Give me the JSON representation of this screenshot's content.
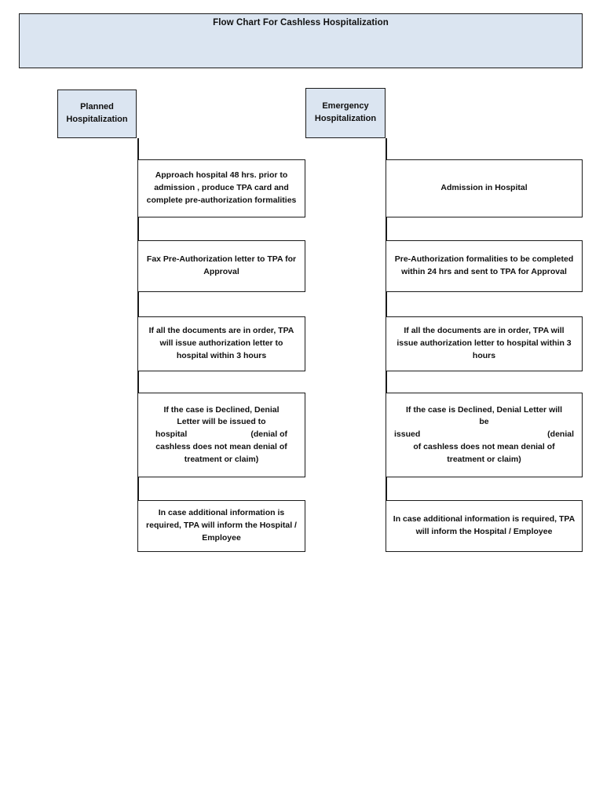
{
  "title": {
    "text": "Flow Chart For Cashless Hospitalization"
  },
  "colors": {
    "header_fill": "#dbe5f1",
    "border": "#1b1b1b",
    "box_fill": "#ffffff",
    "text": "#101010"
  },
  "columns": [
    {
      "id": "planned",
      "header": "Planned\nHospitalization",
      "header_line1": "Planned",
      "header_line2": "Hospitalization",
      "steps": [
        {
          "id": "approach-hospital",
          "text": "Approach hospital 48 hrs. prior to admission , produce TPA card and complete pre-authorization formalities"
        },
        {
          "id": "fax-preauth",
          "text": "Fax Pre-Authorization letter to TPA for Approval"
        },
        {
          "id": "documents-in-order",
          "text": "If all the documents are in order, TPA will issue authorization letter to hospital within 3 hours"
        },
        {
          "id": "case-declined",
          "line1": "If the case is Declined, Denial",
          "line2": "Letter will be issued to",
          "line3_left": "hospital",
          "line3_right": "(denial of",
          "line4": "cashless does not mean denial of",
          "line5": "treatment or claim)"
        },
        {
          "id": "additional-information",
          "text": "In case additional information is required, TPA will inform the Hospital / Employee"
        }
      ]
    },
    {
      "id": "emergency",
      "header": "Emergency\nHospitalization",
      "header_line1": "Emergency",
      "header_line2": "Hospitalization",
      "steps": [
        {
          "id": "admission-in-hospital",
          "text": "Admission in Hospital"
        },
        {
          "id": "preauth-24hrs",
          "text": "Pre-Authorization formalities to be completed within 24 hrs and sent to TPA for Approval"
        },
        {
          "id": "documents-in-order",
          "text": "If all the documents are in order, TPA will issue authorization letter to hospital within 3 hours"
        },
        {
          "id": "case-declined",
          "line1": "If the case is Declined, Denial Letter will",
          "line2": "be",
          "line3_left": "issued",
          "line3_right": "(denial",
          "line4": "of cashless does not mean denial of",
          "line5": "treatment or claim)"
        },
        {
          "id": "additional-information",
          "text": "In case additional information is required, TPA will inform the Hospital / Employee"
        }
      ]
    }
  ]
}
